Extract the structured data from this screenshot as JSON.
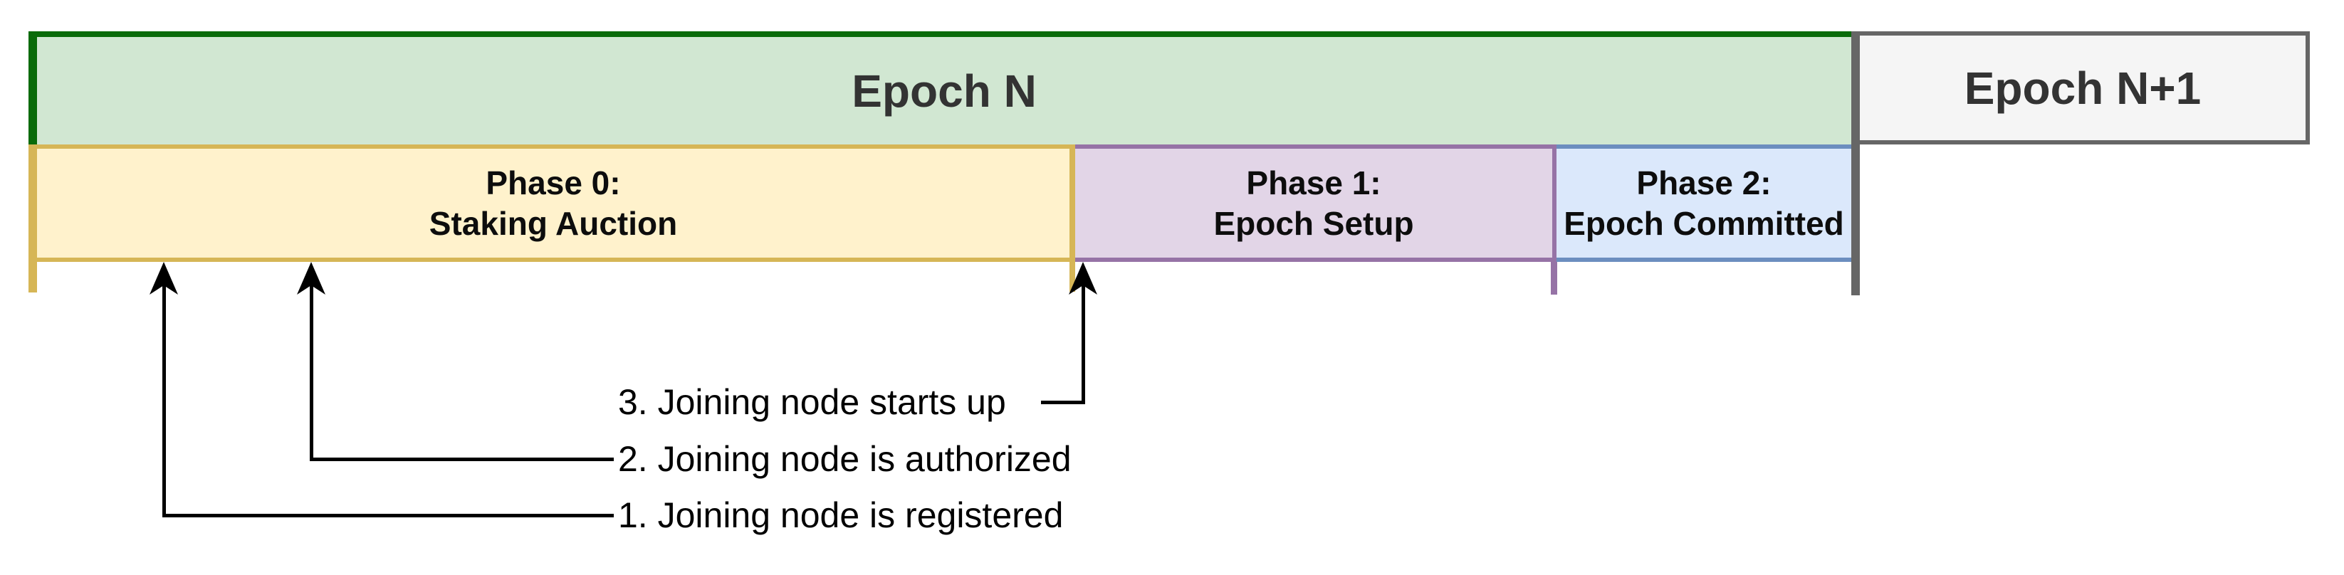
{
  "epoch_row": {
    "epoch_n_label": "Epoch N",
    "epoch_n_plus_1_label": "Epoch N+1"
  },
  "phase_row": {
    "phase0": {
      "line1": "Phase 0:",
      "line2": "Staking Auction"
    },
    "phase1": {
      "line1": "Phase 1:",
      "line2": "Epoch Setup"
    },
    "phase2": {
      "line1": "Phase 2:",
      "line2": "Epoch Committed"
    }
  },
  "annotations": {
    "item1": "1. Joining node is registered",
    "item2": "2. Joining node is authorized",
    "item3": "3. Joining node starts up"
  },
  "colors": {
    "epoch_n_fill": "#d1e7d2",
    "epoch_n_border": "#0a6b0a",
    "epoch_n_plus_1_fill": "#f5f5f5",
    "epoch_n_plus_1_border": "#666666",
    "phase0_fill": "#fff2cc",
    "phase0_border": "#d6b656",
    "phase1_fill": "#e2d5e7",
    "phase1_border": "#9673a6",
    "phase2_fill": "#dbe8fb",
    "phase2_border": "#6c8ebf",
    "connector": "#000000"
  }
}
